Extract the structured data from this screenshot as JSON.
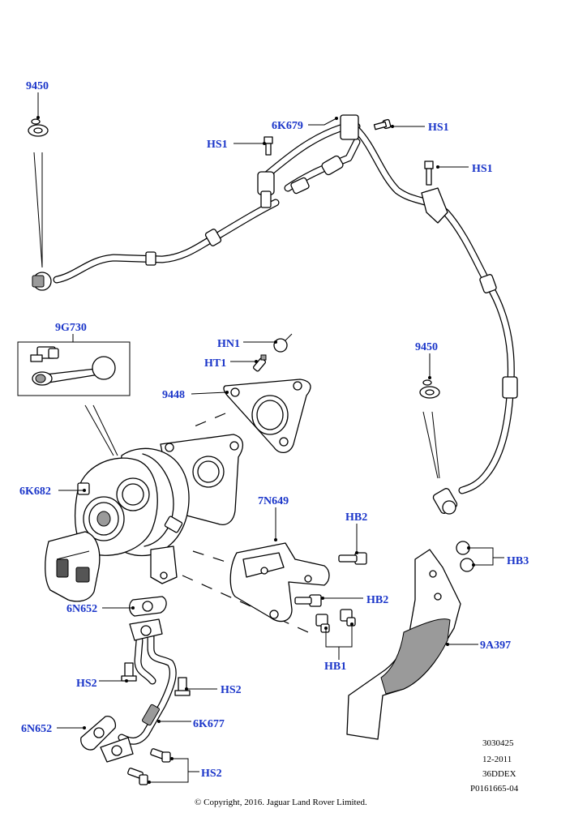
{
  "labels": {
    "l9450a": "9450",
    "l6k679": "6K679",
    "lhs1a": "HS1",
    "lhs1b": "HS1",
    "lhs1c": "HS1",
    "l9g730": "9G730",
    "lhn1": "HN1",
    "lht1": "HT1",
    "l9448": "9448",
    "l9450b": "9450",
    "l6k682": "6K682",
    "l7n649": "7N649",
    "lhb2a": "HB2",
    "lhb3": "HB3",
    "lhb2b": "HB2",
    "l6n652a": "6N652",
    "l9a397": "9A397",
    "lhb1": "HB1",
    "lhs2a": "HS2",
    "lhs2b": "HS2",
    "l6k677": "6K677",
    "l6n652b": "6N652",
    "lhs2c": "HS2"
  },
  "info": {
    "code1": "3030425",
    "date": "12-2011",
    "code2": "36DDEX",
    "code3": "P0161665-04"
  },
  "copyright": "© Copyright, 2016. Jaguar Land Rover Limited."
}
